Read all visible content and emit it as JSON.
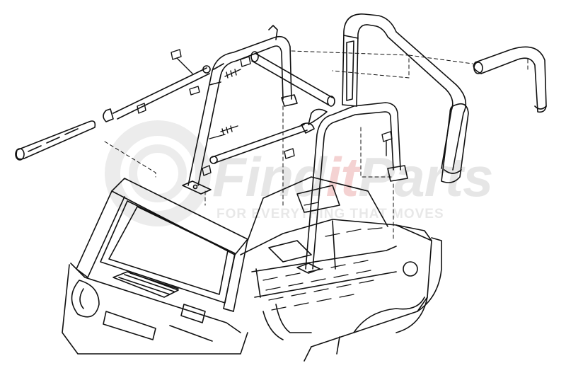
{
  "watermark": {
    "brand_main": "Find",
    "brand_accent": "it",
    "brand_tail": "Parts",
    "tagline": "FOR EVERYTHING THAT MOVES",
    "color_gray": "#e6e6e6",
    "color_red": "#f4d2d2"
  },
  "diagram": {
    "line_color": "#111111",
    "subject": "vehicle roll bar and body tub exploded view"
  }
}
